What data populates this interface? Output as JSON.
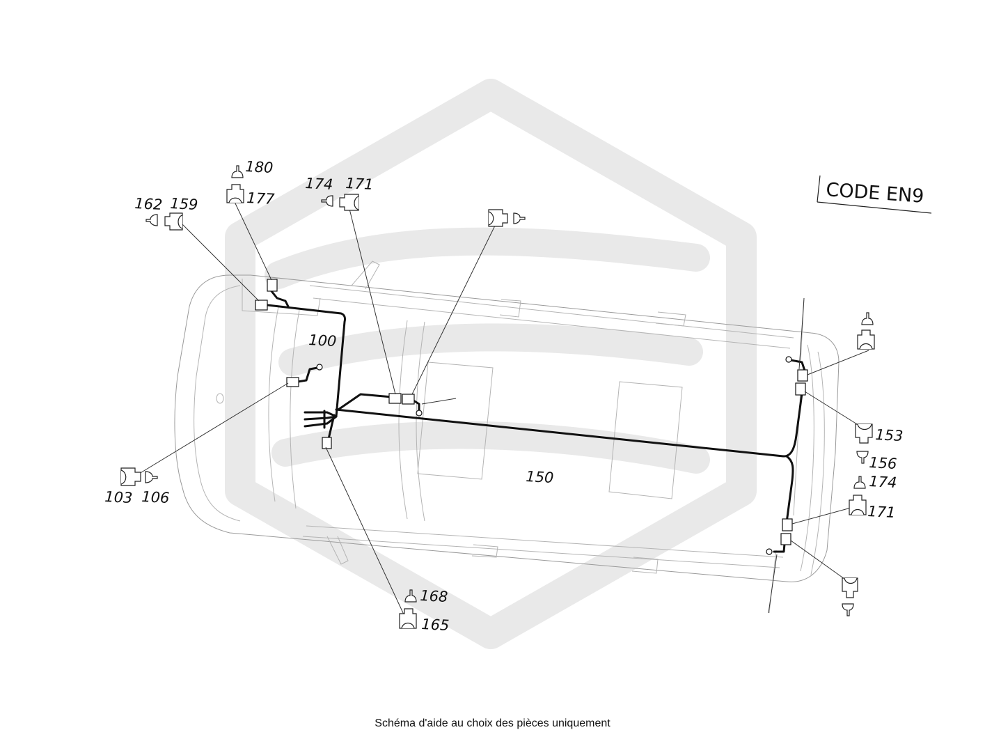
{
  "diagram": {
    "code_label": "CODE EN9",
    "caption": "Schéma d'aide au choix des pièces uniquement",
    "harness_label": "150",
    "callouts": {
      "c180": "180",
      "c177": "177",
      "c162": "162",
      "c159": "159",
      "c174_top": "174",
      "c171_top": "171",
      "c100": "100",
      "c103": "103",
      "c106": "106",
      "c168": "168",
      "c165": "165",
      "c153": "153",
      "c156": "156",
      "c174_right": "174",
      "c171_right": "171"
    },
    "colors": {
      "watermark": "#e9e9e9",
      "harness": "#111111",
      "outline": "#9a9a9a"
    }
  }
}
